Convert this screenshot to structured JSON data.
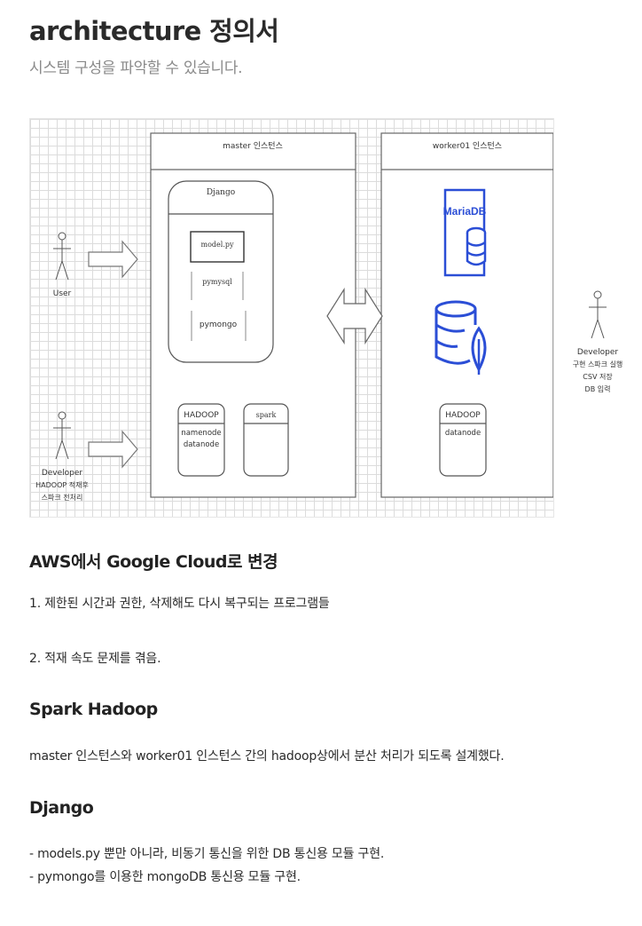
{
  "header": {
    "title": "architecture 정의서",
    "subtitle": "시스템 구성을 파악할 수 있습니다."
  },
  "diagram": {
    "master_title": "master 인스턴스",
    "worker_title": "worker01 인스턴스",
    "django_label": "Django",
    "modules": [
      "model.py",
      "pymysql",
      "pymongo"
    ],
    "master_hadoop": {
      "title": "HADOOP",
      "lines": [
        "namenode",
        "datanode"
      ]
    },
    "spark_label": "spark",
    "worker_hadoop": {
      "title": "HADOOP",
      "lines": [
        "datanode"
      ]
    },
    "mariadb_label": "MariaDB",
    "user_label": "User",
    "developer_left": [
      "Developer",
      "HADOOP 적재후",
      "스파크 전처리"
    ],
    "developer_right": [
      "Developer",
      "구현 스파크 실행",
      "CSV 저장",
      "DB 입력"
    ],
    "colors": {
      "db_blue": "#2b4ed6",
      "line": "#555555"
    }
  },
  "sections": {
    "aws": {
      "heading": "AWS에서 Google Cloud로 변경",
      "item1": "1. 제한된 시간과 권한, 삭제해도 다시 복구되는 프로그램들",
      "item2": "2. 적재 속도 문제를 겪음."
    },
    "spark": {
      "heading": "Spark Hadoop",
      "body": "master 인스턴스와 worker01 인스턴스 간의 hadoop상에서 분산 처리가 되도록 설계했다."
    },
    "django": {
      "heading": "Django",
      "line1": "- models.py 뿐만 아니라, 비동기 통신을 위한 DB 통신용 모듈 구현.",
      "line2": "- pymongo를 이용한 mongoDB 통신용 모듈 구현."
    }
  }
}
